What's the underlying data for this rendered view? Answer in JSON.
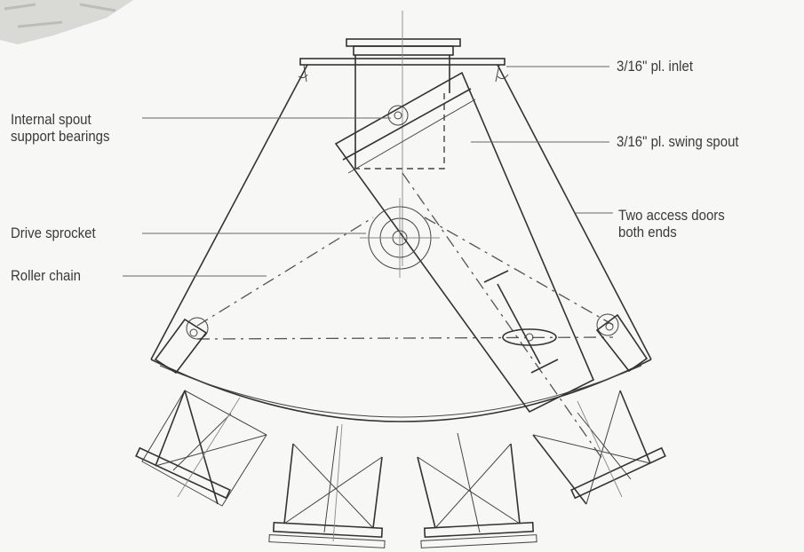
{
  "labels": {
    "inlet": "3/16\" pl. inlet",
    "swing_spout": "3/16\" pl. swing spout",
    "access_doors_line1": "Two access doors",
    "access_doors_line2": "both ends",
    "bearings_line1": "Internal spout",
    "bearings_line2": "support bearings",
    "drive_sprocket": "Drive sprocket",
    "roller_chain": "Roller chain"
  },
  "colors": {
    "background": "#f7f7f5",
    "line": "#333333",
    "text": "#3a3a3a"
  }
}
